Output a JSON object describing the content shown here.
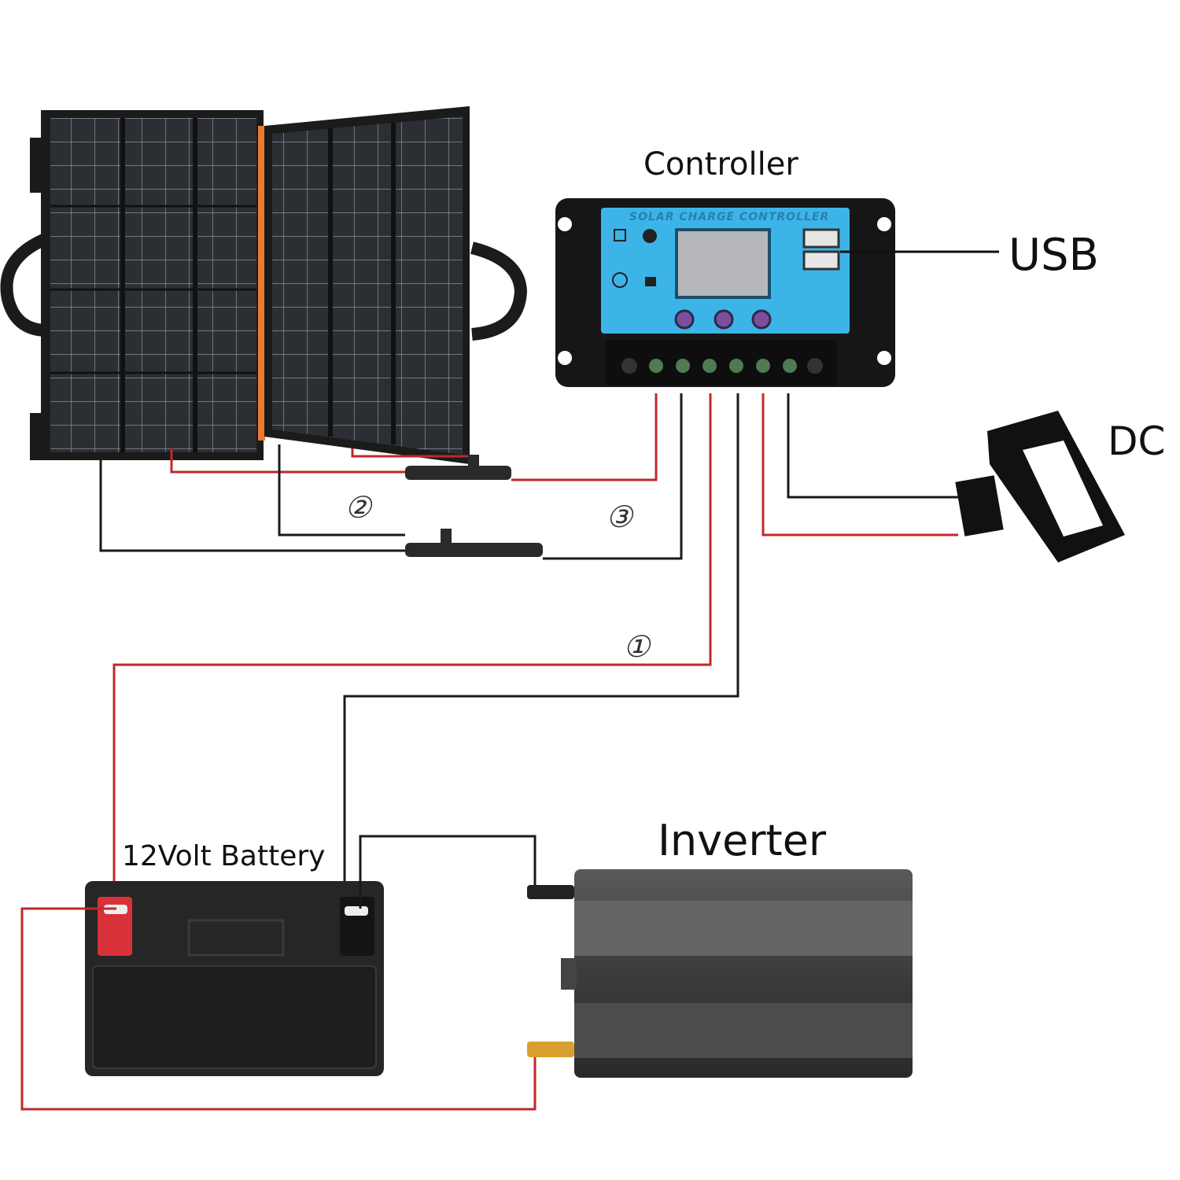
{
  "labels": {
    "controller": "Controller",
    "usb": "USB",
    "dc": "DC",
    "inverter": "Inverter",
    "battery": "12Volt Battery",
    "controller_panel_title": "SOLAR CHARGE CONTROLLER"
  },
  "steps": [
    "①",
    "②",
    "③"
  ],
  "colors": {
    "positive_wire": "#c0282b",
    "negative_wire": "#1a1a1a",
    "controller_face": "#3cb4e8",
    "panel_hinge": "#e87b2c"
  }
}
